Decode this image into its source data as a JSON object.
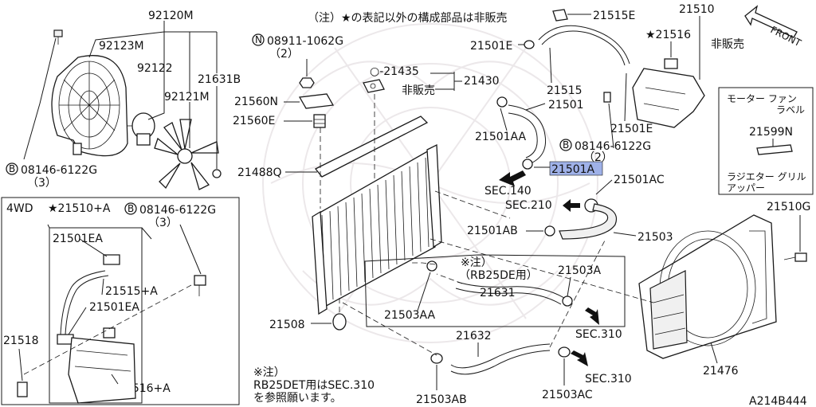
{
  "notes": {
    "top": "（注）★の表記以外の構成部品は非販売",
    "nonsale_a": "非販売",
    "nonsale_b": "非販売",
    "rb25de_l1": "※注）",
    "rb25de_l2": "（RB25DE用）",
    "bottom_l1": "※注）",
    "bottom_l2": "RB25DET用はSEC.310",
    "bottom_l3": "を参照願います。"
  },
  "front_label": "FRONT",
  "doc_id": "A214B444",
  "callouts": {
    "p92120M": "92120M",
    "p92123M": "92123M",
    "p92122": "92122",
    "p21631B": "21631B",
    "p92121M": "92121M",
    "bolt1": "08146-6122G",
    "bolt1_qty": "（3）",
    "n08911": "08911-1062G",
    "n08911_qty": "（2）",
    "p21435": "○-21435",
    "p21430": "21430",
    "p21560N": "21560N",
    "p21560E": "21560E",
    "p21488Q": "21488Q",
    "p21515E": "21515E",
    "p21510": "21510",
    "p21516": "★21516",
    "p21501E_a": "21501E",
    "p21515": "21515",
    "p21501": "21501",
    "p21501E_b": "21501E",
    "p21501AA": "21501AA",
    "bolt2": "08146-6122G",
    "bolt2_qty": "（2）",
    "p21501A": "21501A",
    "sec140": "SEC.140",
    "p21501AC": "21501AC",
    "sec210": "SEC.210",
    "p21501AB": "21501AB",
    "p21503": "21503",
    "p21503A": "21503A",
    "p21631": "21631",
    "p21503AA": "21503AA",
    "sec310_a": "SEC.310",
    "p21508": "21508",
    "p21632": "21632",
    "sec310_b": "SEC.310",
    "p21503AB": "21503AB",
    "p21503AC": "21503AC",
    "p21510G": "21510G",
    "p21476": "21476"
  },
  "label_box": {
    "title_l1": "モーター ファン",
    "title_l2": "ラベル",
    "part1": "21599N",
    "caption_l1": "ラジエター グリル",
    "caption_l2": "アッパー"
  },
  "wd_box": {
    "title": "4WD",
    "assy": "★21510+A",
    "bolt": "08146-6122G",
    "bolt_qty": "（3）",
    "p21501EA_a": "21501EA",
    "p21515A": "21515+A",
    "p21501EA_b": "21501EA",
    "p21518": "21518",
    "p21516A": "21516+A"
  },
  "marks": {
    "b": "B",
    "n": "N"
  },
  "colors": {
    "highlight": "#9fb1e8",
    "ink": "#1a1a1a",
    "watermark": "#ece8ea"
  }
}
